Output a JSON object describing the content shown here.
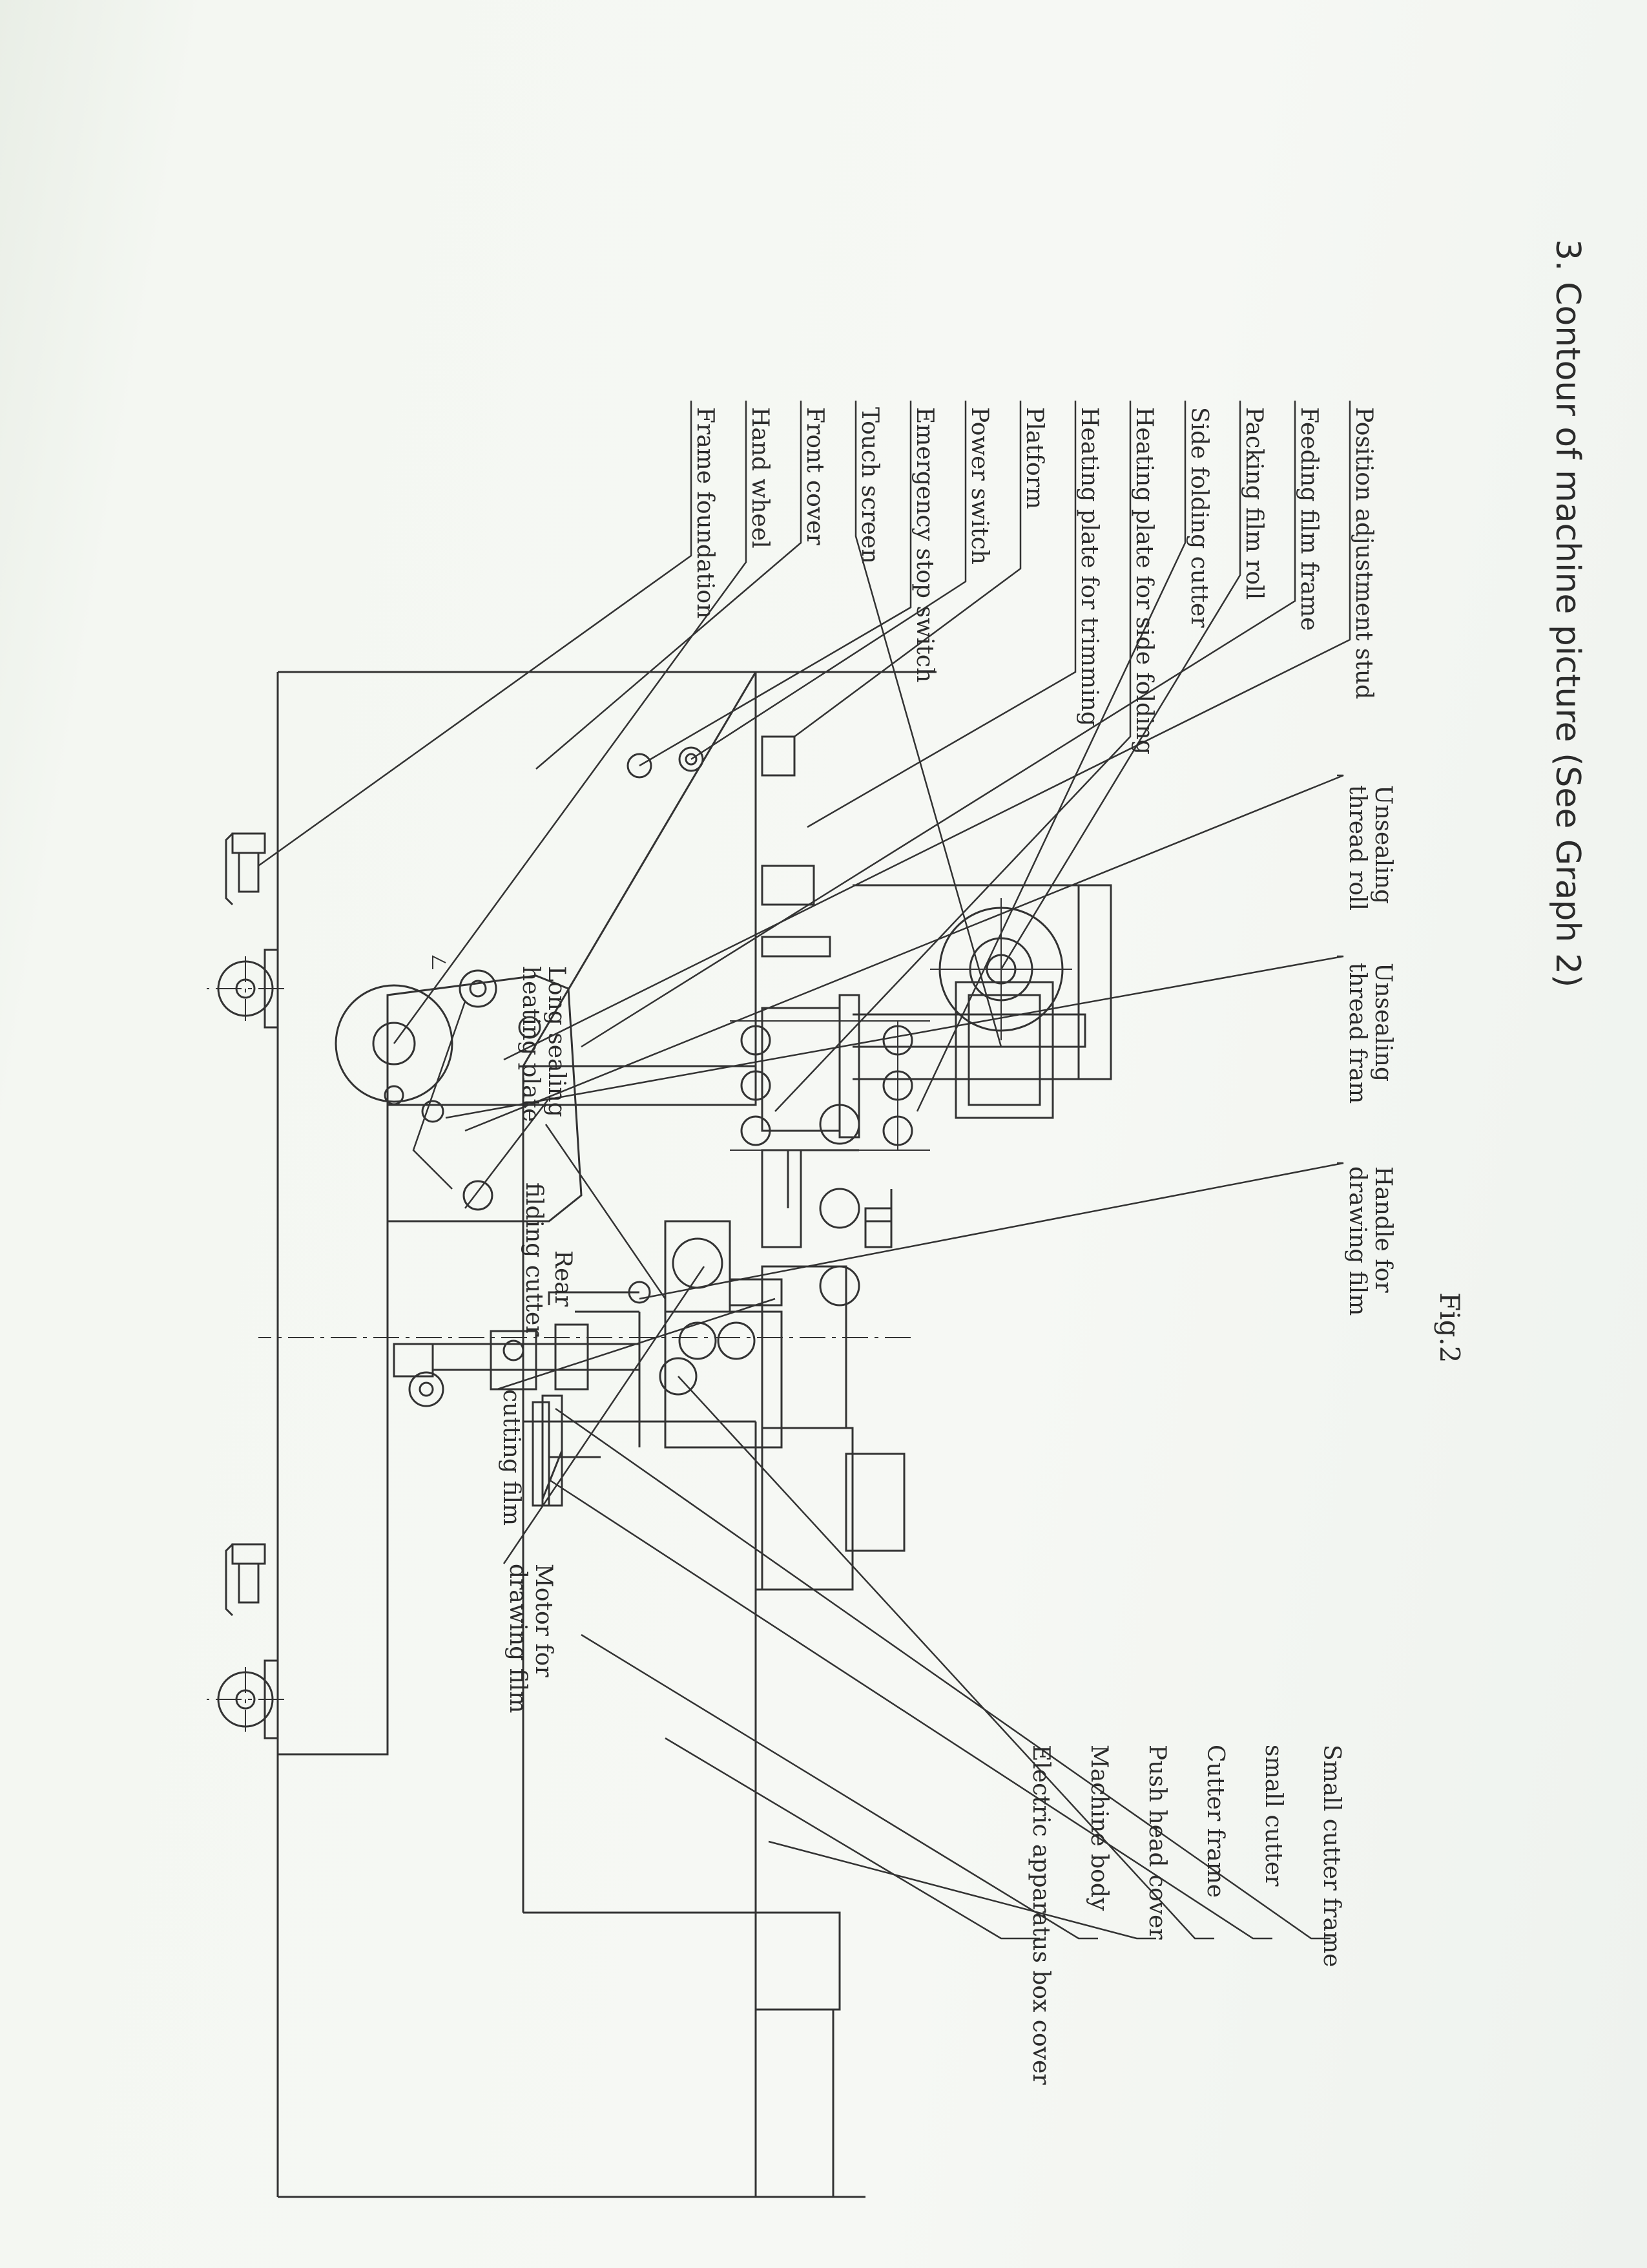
{
  "section_title": "3. Contour of machine picture (See Graph 2)",
  "figure_caption": "Fig.2",
  "labels": {
    "position_adjustment_stud": "Position adjustment stud",
    "feeding_film_frame": "Feeding film frame",
    "packing_film_roll": "Packing film roll",
    "side_folding_cutter": "Side folding cutter",
    "heating_plate_side_folding": "Heating plate for side folding",
    "heating_plate_trimming": "Heating plate for trimming",
    "platform": "Platform",
    "power_switch": "Power switch",
    "emergency_stop_switch": "Emergency stop switch",
    "touch_screen": "Touch screen",
    "front_cover": "Front cover",
    "hand_wheel": "Hand wheel",
    "frame_foundation": "Frame foundation",
    "unsealing_thread_roll_1": "Unsealing",
    "unsealing_thread_roll_2": "thread roll",
    "unsealing_thread_frame_1": "Unsealing",
    "unsealing_thread_frame_2": "thread fram",
    "handle_drawing_film_1": "Handle for",
    "handle_drawing_film_2": "drawing film",
    "long_sealing_plate_1": "Long sealing",
    "long_sealing_plate_2": "heating plate",
    "rear_filding_cutter_1": "Rear",
    "rear_filding_cutter_2": "filding cutter",
    "cutting_film": "cutting film",
    "motor_drawing_film_1": "Motor for",
    "motor_drawing_film_2": "drawing film",
    "small_cutter_frame": "Small cutter frame",
    "small_cutter": "small cutter",
    "cutter_frame": "Cutter frame",
    "push_head_cover": "Push head cover",
    "machine_body": "Machine body",
    "electric_box_cover": "Electric apparatus box cover"
  }
}
